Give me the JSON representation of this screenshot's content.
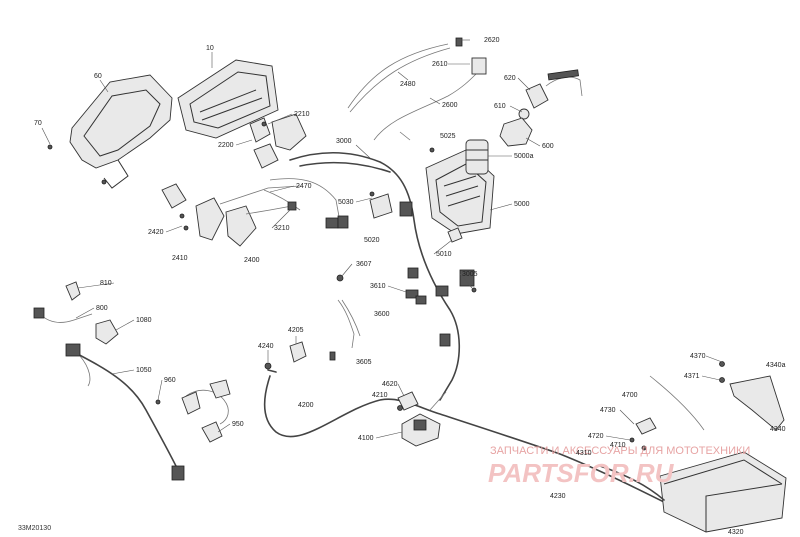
{
  "diagram": {
    "code": "33M20130",
    "labels": [
      {
        "id": "l10",
        "text": "10"
      },
      {
        "id": "l60",
        "text": "60"
      },
      {
        "id": "l70",
        "text": "70"
      },
      {
        "id": "l2210",
        "text": "2210"
      },
      {
        "id": "l2200",
        "text": "2200"
      },
      {
        "id": "l2470",
        "text": "2470"
      },
      {
        "id": "l2420",
        "text": "2420"
      },
      {
        "id": "l2410",
        "text": "2410"
      },
      {
        "id": "l2400",
        "text": "2400"
      },
      {
        "id": "l3210",
        "text": "3210"
      },
      {
        "id": "l3000",
        "text": "3000"
      },
      {
        "id": "l2480",
        "text": "2480"
      },
      {
        "id": "l2600",
        "text": "2600"
      },
      {
        "id": "l2610",
        "text": "2610"
      },
      {
        "id": "l2620",
        "text": "2620"
      },
      {
        "id": "l620",
        "text": "620"
      },
      {
        "id": "l610",
        "text": "610"
      },
      {
        "id": "l600",
        "text": "600"
      },
      {
        "id": "l5025",
        "text": "5025"
      },
      {
        "id": "l5000a",
        "text": "5000a"
      },
      {
        "id": "l5000",
        "text": "5000"
      },
      {
        "id": "l5030",
        "text": "5030"
      },
      {
        "id": "l5020",
        "text": "5020"
      },
      {
        "id": "l5010",
        "text": "5010"
      },
      {
        "id": "l3607",
        "text": "3607"
      },
      {
        "id": "l3610",
        "text": "3610"
      },
      {
        "id": "l3005",
        "text": "3005"
      },
      {
        "id": "l3600",
        "text": "3600"
      },
      {
        "id": "l3605",
        "text": "3605"
      },
      {
        "id": "l810",
        "text": "810"
      },
      {
        "id": "l800",
        "text": "800"
      },
      {
        "id": "l1080",
        "text": "1080"
      },
      {
        "id": "l1050",
        "text": "1050"
      },
      {
        "id": "l960",
        "text": "960"
      },
      {
        "id": "l950",
        "text": "950"
      },
      {
        "id": "l4240",
        "text": "4240"
      },
      {
        "id": "l4205",
        "text": "4205"
      },
      {
        "id": "l4200",
        "text": "4200"
      },
      {
        "id": "l4620",
        "text": "4620"
      },
      {
        "id": "l4210",
        "text": "4210"
      },
      {
        "id": "l4100",
        "text": "4100"
      },
      {
        "id": "l4310",
        "text": "4310"
      },
      {
        "id": "l4700",
        "text": "4700"
      },
      {
        "id": "l4730",
        "text": "4730"
      },
      {
        "id": "l4720",
        "text": "4720"
      },
      {
        "id": "l4710",
        "text": "4710"
      },
      {
        "id": "l4370",
        "text": "4370"
      },
      {
        "id": "l4371",
        "text": "4371"
      },
      {
        "id": "l4340a",
        "text": "4340a"
      },
      {
        "id": "l4340",
        "text": "4340"
      },
      {
        "id": "l4230",
        "text": "4230"
      },
      {
        "id": "l4320",
        "text": "4320"
      }
    ]
  },
  "watermark": {
    "tagline": "ЗАПЧАСТИ И АКСЕССУАРЫ ДЛЯ МОТОТЕХНИКИ",
    "brand": "PARTSFOR.RU"
  }
}
